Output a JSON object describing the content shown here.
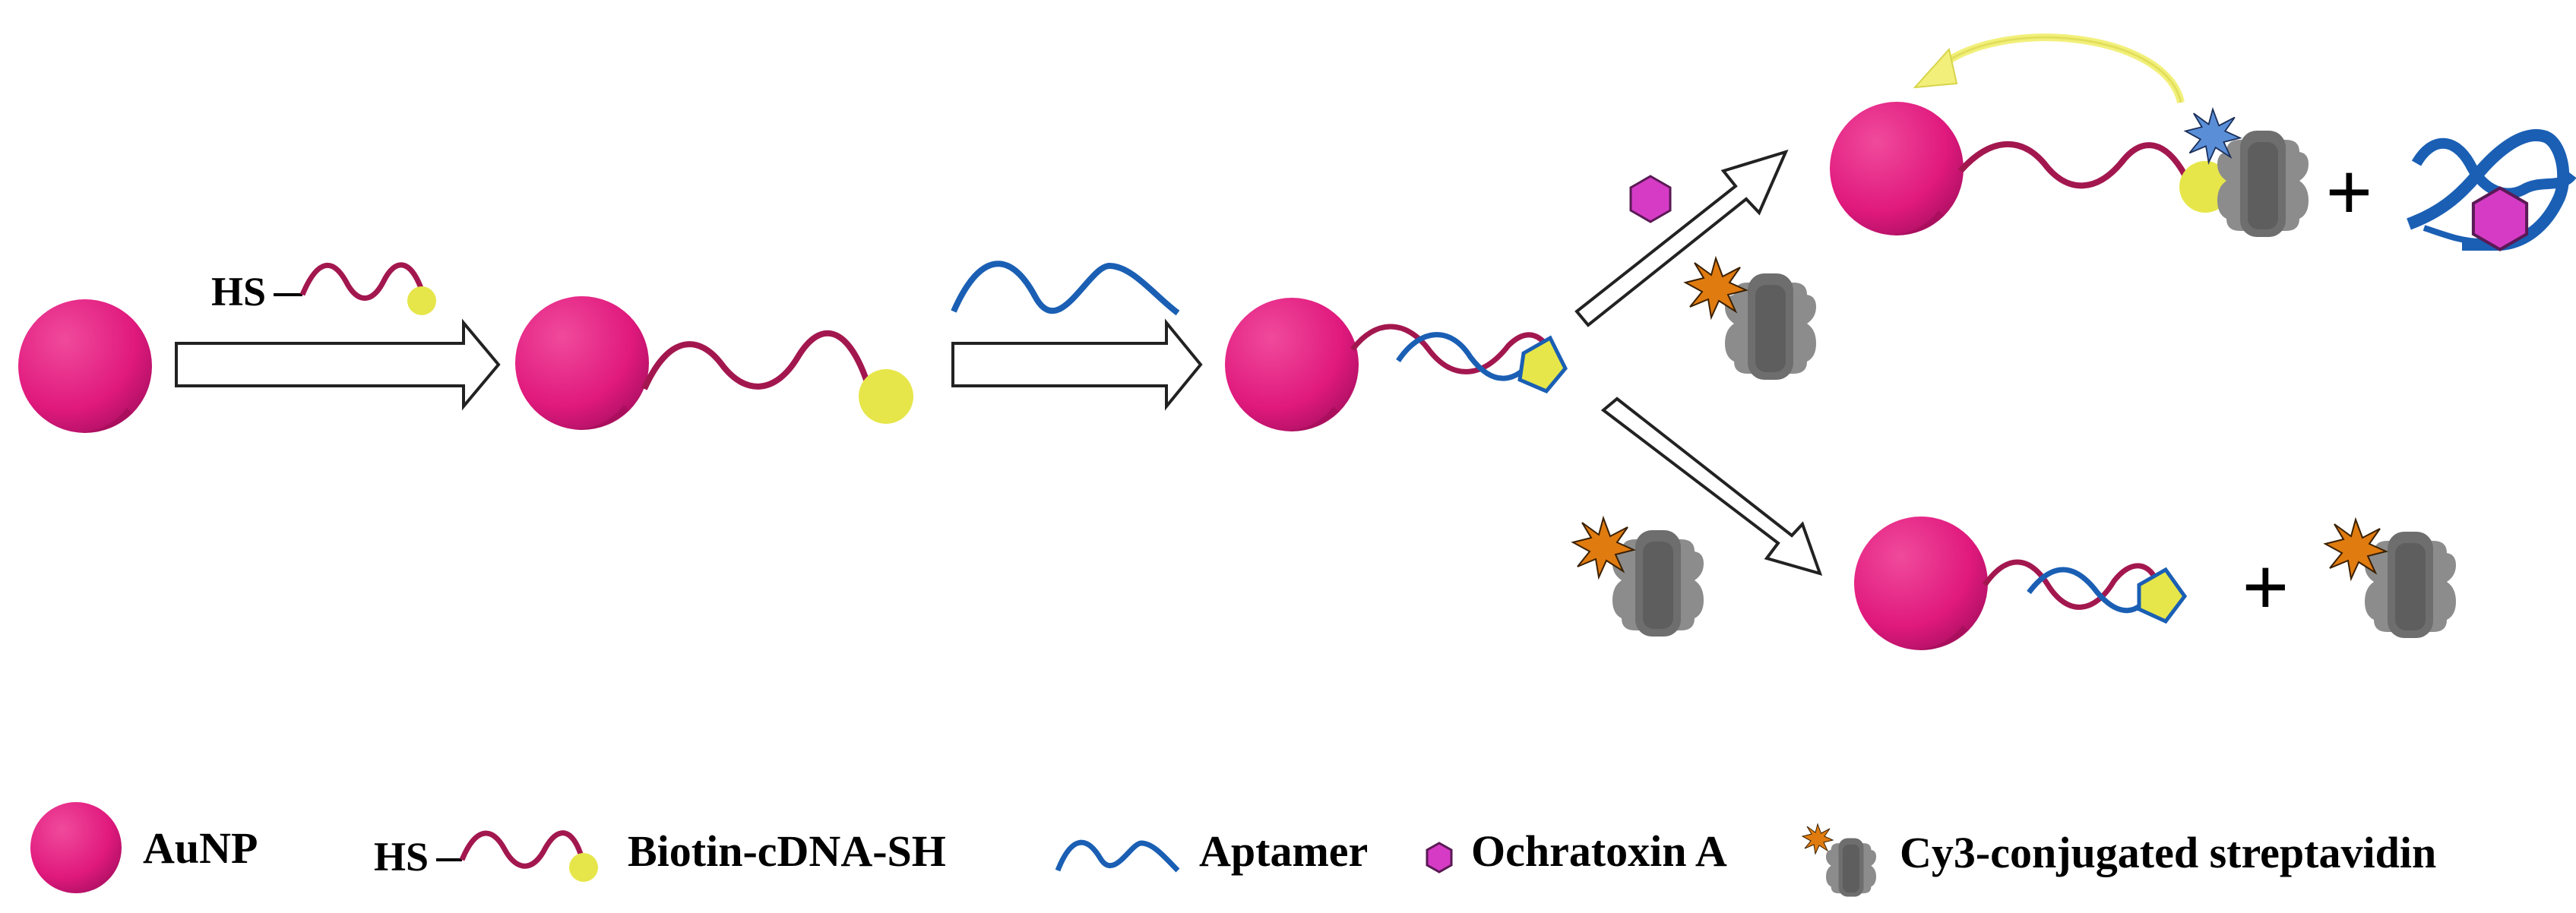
{
  "colors": {
    "aunp": "#e0197d",
    "aunp_shadow": "#b01060",
    "cdna": "#a3174f",
    "aptamer": "#1a5fb4",
    "biotin": "#e6e64a",
    "ochratoxin": "#d63bc6",
    "cy3_star": "#e07b10",
    "quench_star": "#5a8fd8",
    "streptavidin": "#7a7a7a",
    "arrow_fill": "#ffffff",
    "arrow_stroke": "#222222",
    "transfer_arrow": "#f2f07a"
  },
  "labels": {
    "hs_reagent": "HS",
    "plus_top": "+",
    "plus_bottom": "+"
  },
  "legend": {
    "aunp": "AuNP",
    "hs": "HS",
    "cdna": "Biotin-cDNA-SH",
    "aptamer": "Aptamer",
    "ota": "Ochratoxin A",
    "cy3sa": "Cy3-conjugated streptavidin"
  }
}
